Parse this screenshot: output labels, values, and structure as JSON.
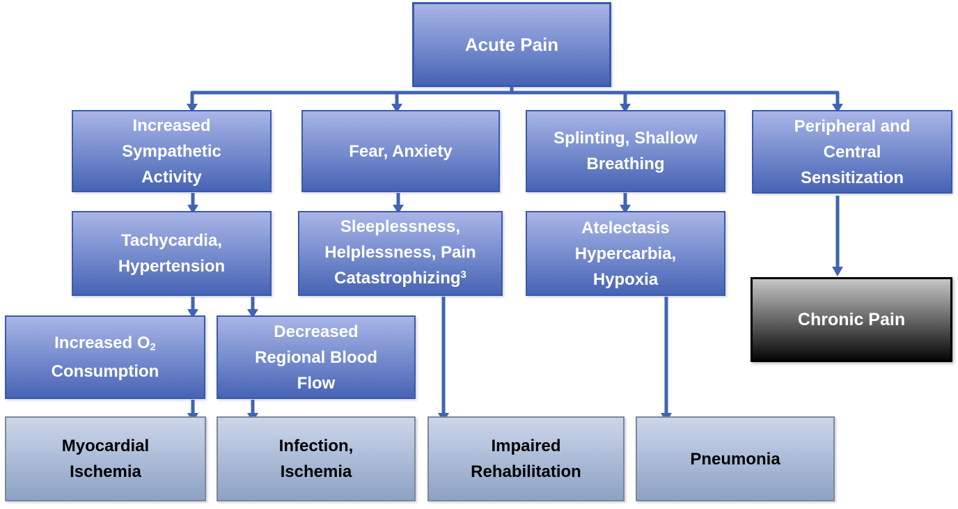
{
  "diagram": {
    "title": "Acute Pain consequences flowchart",
    "colors": {
      "node_fill_top": "#a9b5e7",
      "node_fill_mid": "#7289cc",
      "node_fill_bottom": "#4763b3",
      "node_border": "#3a59ae",
      "node_text": "#ffffff",
      "outcome_fill_top": "#ccd6ea",
      "outcome_fill_bottom": "#8da2c4",
      "outcome_border": "#7c8797",
      "outcome_text": "#000000",
      "chronic_fill_top": "#c6c6c6",
      "chronic_fill_bottom": "#060606",
      "chronic_border": "#000000",
      "chronic_text": "#ffffff",
      "arrow": "#4064b2"
    },
    "nodes": {
      "acute_pain": {
        "label": "Acute Pain"
      },
      "sympathetic": {
        "lines": [
          "Increased",
          "Sympathetic",
          "Activity"
        ]
      },
      "fear": {
        "label": "Fear, Anxiety"
      },
      "splinting": {
        "lines": [
          "Splinting, Shallow",
          "Breathing"
        ]
      },
      "sensitization": {
        "lines": [
          "Peripheral and",
          "Central",
          "Sensitization"
        ]
      },
      "tachycardia": {
        "lines": [
          "Tachycardia,",
          "Hypertension"
        ]
      },
      "sleeplessness": {
        "lines": [
          "Sleeplessness,",
          "Helplessness, Pain",
          "Catastrophizing"
        ],
        "superscript": "3"
      },
      "atelectasis": {
        "lines": [
          "Atelectasis",
          "Hypercarbia,",
          "Hypoxia"
        ]
      },
      "chronic_pain": {
        "label": "Chronic Pain"
      },
      "o2_consumption": {
        "line1": "Increased O",
        "subscript": "2",
        "line2": "Consumption"
      },
      "regional_blood_flow": {
        "lines": [
          "Decreased",
          "Regional Blood",
          "Flow"
        ]
      },
      "myocardial": {
        "lines": [
          "Myocardial",
          "Ischemia"
        ]
      },
      "infection": {
        "lines": [
          "Infection,",
          "Ischemia"
        ]
      },
      "impaired_rehab": {
        "lines": [
          "Impaired",
          "Rehabilitation"
        ]
      },
      "pneumonia": {
        "label": "Pneumonia"
      }
    },
    "edges": [
      {
        "from": "acute_pain",
        "to": "sympathetic"
      },
      {
        "from": "acute_pain",
        "to": "fear"
      },
      {
        "from": "acute_pain",
        "to": "splinting"
      },
      {
        "from": "acute_pain",
        "to": "sensitization"
      },
      {
        "from": "sympathetic",
        "to": "tachycardia"
      },
      {
        "from": "fear",
        "to": "sleeplessness"
      },
      {
        "from": "splinting",
        "to": "atelectasis"
      },
      {
        "from": "sensitization",
        "to": "chronic_pain"
      },
      {
        "from": "tachycardia",
        "to": "o2_consumption"
      },
      {
        "from": "tachycardia",
        "to": "regional_blood_flow"
      },
      {
        "from": "sleeplessness",
        "to": "impaired_rehab"
      },
      {
        "from": "atelectasis",
        "to": "pneumonia"
      },
      {
        "from": "o2_consumption",
        "to": "myocardial"
      },
      {
        "from": "regional_blood_flow",
        "to": "infection"
      }
    ]
  }
}
